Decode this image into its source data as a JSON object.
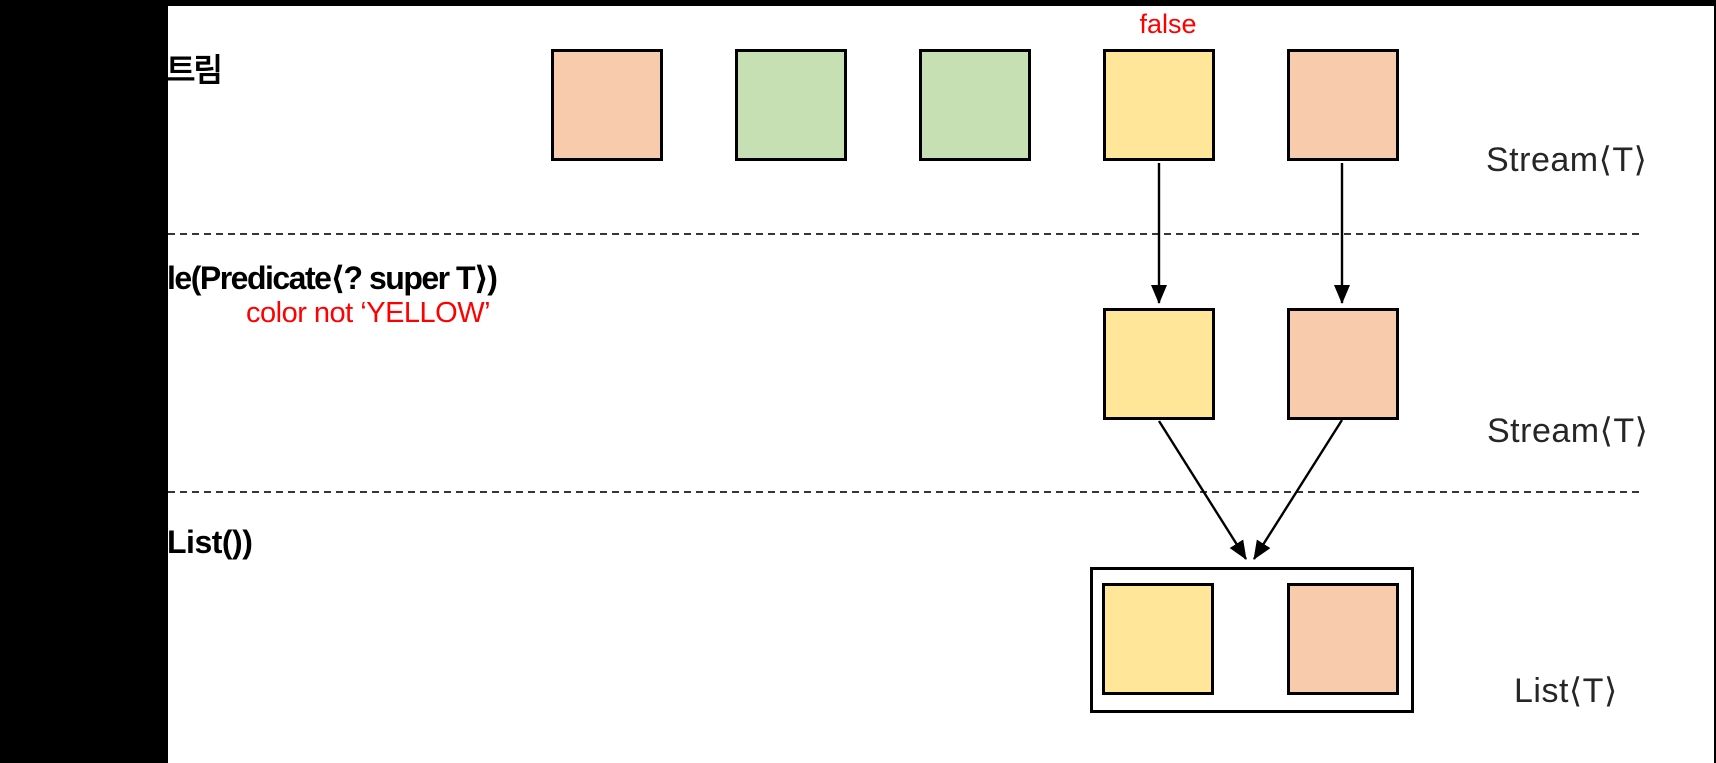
{
  "labels": {
    "stage1_ko": "트림",
    "stage2_method": "le(Predicate⟨? super T⟩)",
    "stage2_note": "color not ‘YELLOW’",
    "stage3_method": "List())",
    "false_annotation": "false",
    "stream_type_1": "Stream⟨T⟩",
    "stream_type_2": "Stream⟨T⟩",
    "list_type": "List⟨T⟩"
  },
  "colors": {
    "peach": "#F8CBAD",
    "green": "#C6E0B4",
    "yellow": "#FFE699",
    "red_text": "#FF0000",
    "type_label": "#262626",
    "border": "#000000"
  },
  "diagram": {
    "top_row": [
      "peach",
      "green",
      "green",
      "yellow",
      "peach"
    ],
    "filtered_row": [
      "yellow",
      "peach"
    ],
    "list_row": [
      "yellow",
      "peach"
    ]
  }
}
